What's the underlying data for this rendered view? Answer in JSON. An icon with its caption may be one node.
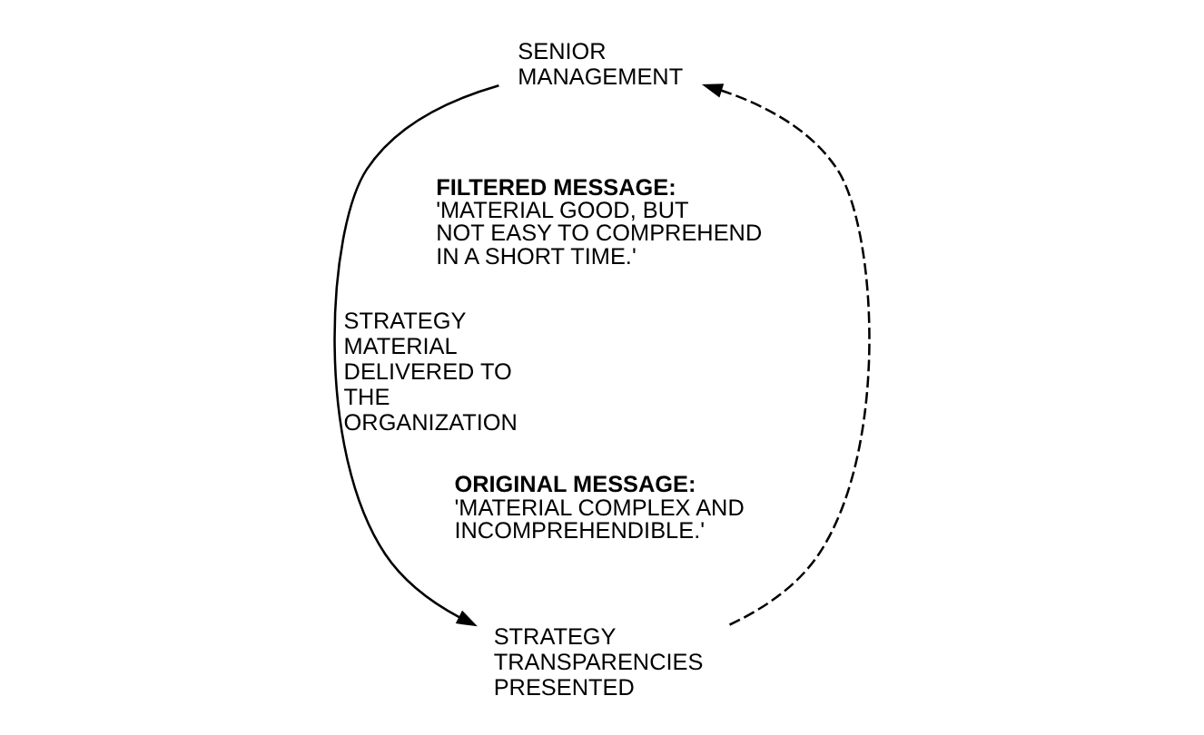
{
  "diagram": {
    "nodes": [
      {
        "text": [
          "SENIOR MANAGEMENT"
        ]
      },
      {
        "text": [
          "STRATEGY TRANSPARENCIES PRESENTED"
        ]
      }
    ],
    "edges": [
      {
        "from": 0,
        "to": 1,
        "arrow": "to",
        "label": "STRATEGY MATERIAL DELIVERED TO THE ORGANIZATION"
      },
      {
        "from": 1,
        "to": 0,
        "arrow": "to",
        "style": "dashed"
      }
    ],
    "labels": [
      "FILTERED MESSAGE:",
      "'MATERIAL GOOD, BUT NOT EASY TO COMPREHEND IN A SHORT TIME.'",
      "ORIGINAL MESSAGE:",
      "'MATERIAL COMPLEX AND INCOMPREHENDIBLE.'"
    ]
  }
}
